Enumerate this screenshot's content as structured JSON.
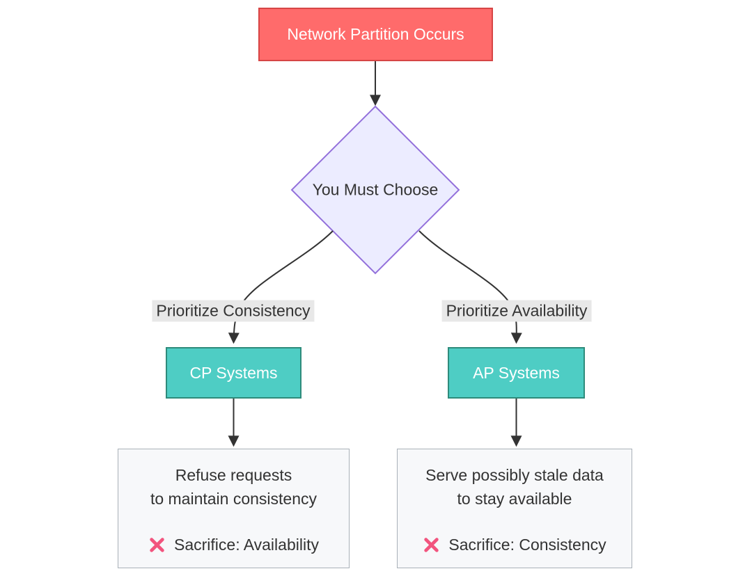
{
  "diagram_type": "flowchart",
  "nodes": {
    "partition": {
      "label": "Network Partition Occurs"
    },
    "decision": {
      "label": "You Must Choose"
    },
    "cp": {
      "label": "CP Systems"
    },
    "ap": {
      "label": "AP Systems"
    },
    "cp_detail": {
      "line1": "Refuse requests",
      "line2": "to maintain consistency",
      "sacrifice": "Sacrifice: Availability"
    },
    "ap_detail": {
      "line1": "Serve possibly stale data",
      "line2": "to stay available",
      "sacrifice": "Sacrifice: Consistency"
    }
  },
  "edges": {
    "left_label": "Prioritize Consistency",
    "right_label": "Prioritize Availability"
  },
  "icons": {
    "cross_mark": "cross-mark-icon"
  },
  "colors": {
    "partition_fill": "#ff6b6b",
    "partition_border": "#d64545",
    "decision_fill": "#ececff",
    "decision_border": "#9370db",
    "system_fill": "#4ecdc4",
    "system_border": "#2e8b7b",
    "detail_fill": "#f7f8fa",
    "detail_border": "#a9b1b8",
    "edge_line": "#333333",
    "edge_label_bg": "#e8e8e8",
    "text_dark": "#333333",
    "text_light": "#ffffff",
    "cross_mark": "#f2547e",
    "background": "#ffffff"
  }
}
